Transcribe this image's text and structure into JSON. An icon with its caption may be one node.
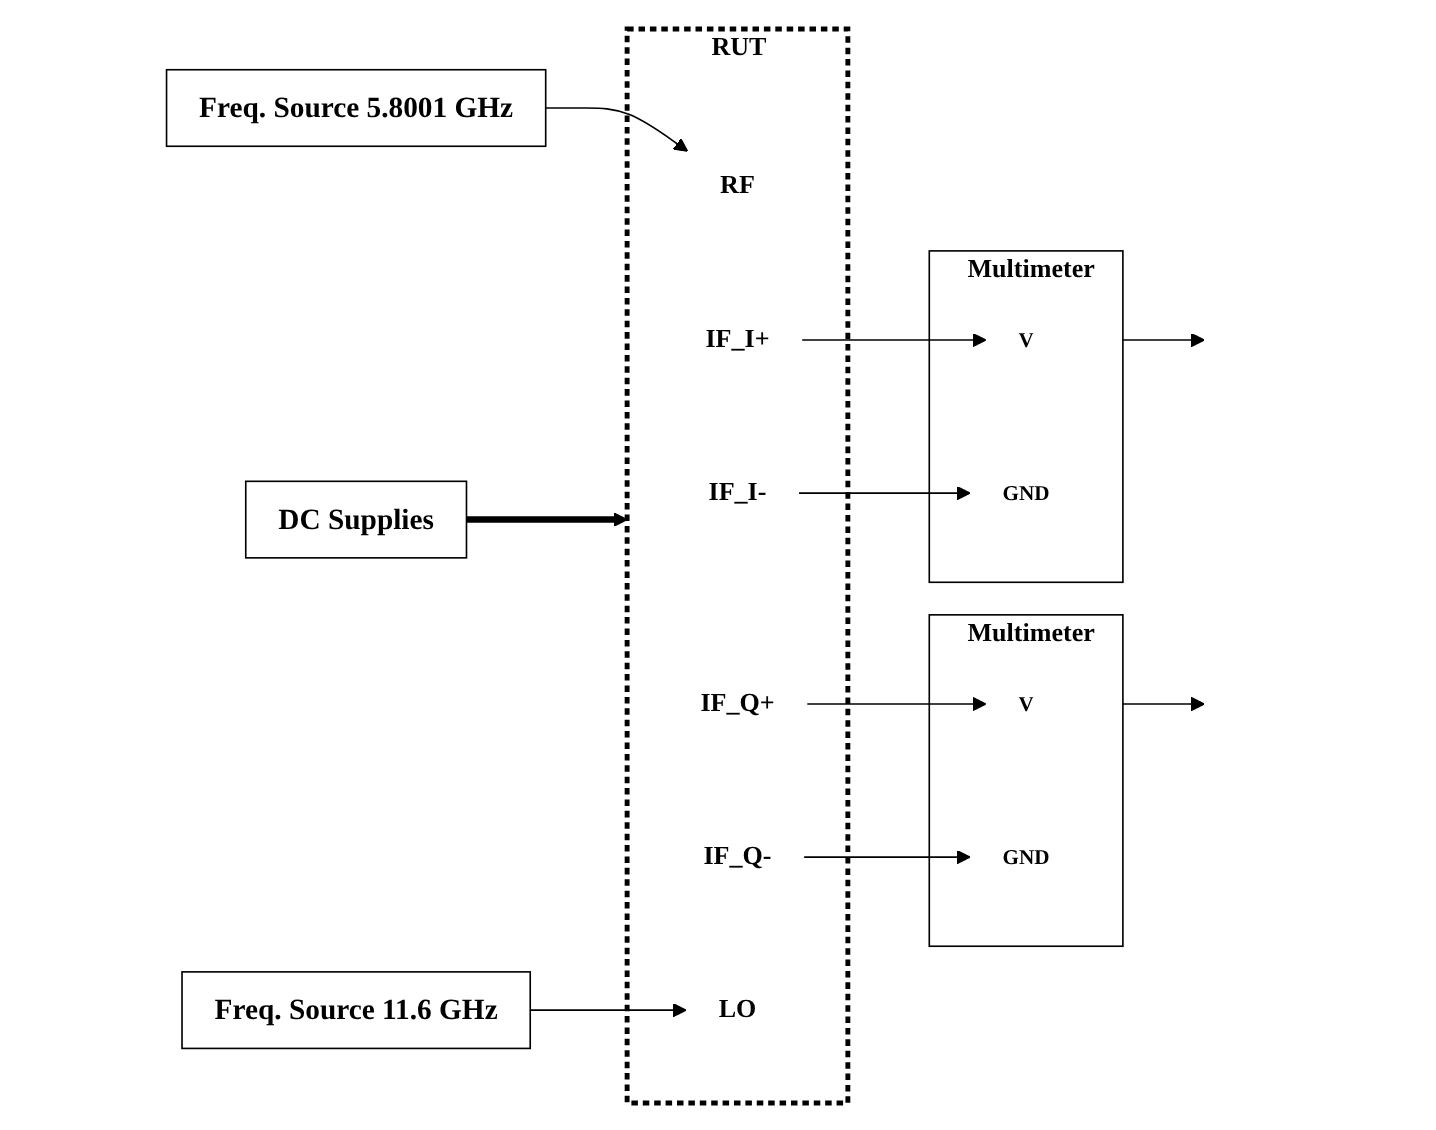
{
  "diagram": {
    "nodes": [
      {
        "text": [
          "DC Supplies"
        ]
      },
      {
        "text": [
          "Freq. Source 5.8001 GHz"
        ]
      },
      {
        "text": [
          "RUT"
        ]
      },
      {
        "text": [
          "RF"
        ],
        "in": 2
      },
      {
        "text": [
          "IF_I+"
        ],
        "in": 2
      },
      {
        "text": [
          "IF_I-"
        ],
        "in": 2
      },
      {
        "text": [
          "IF_Q+"
        ],
        "in": 2
      },
      {
        "text": [
          "IF_Q-"
        ],
        "in": 2
      },
      {
        "text": [
          "LO"
        ],
        "in": 2
      },
      {
        "text": [
          "Multimeter"
        ]
      },
      {
        "text": [
          "V"
        ],
        "in": 9
      },
      {
        "text": [
          "GND"
        ],
        "in": 9
      },
      {
        "text": [
          "Multimeter"
        ]
      },
      {
        "text": [
          "V"
        ],
        "in": 12
      },
      {
        "text": [
          "GND"
        ],
        "in": 12
      },
      {
        "text": [
          "Freq. Source 11.6 GHz"
        ]
      }
    ],
    "edges": [
      {
        "from": 0,
        "to": 2,
        "arrow": "to",
        "style": "thick"
      },
      {
        "from": 1,
        "to": 3,
        "arrow": "to"
      },
      {
        "from": 4,
        "to": 10,
        "arrow": "to"
      },
      {
        "from": 5,
        "to": 11,
        "arrow": "to"
      },
      {
        "from": 6,
        "to": 13,
        "arrow": "to"
      },
      {
        "from": 7,
        "to": 14,
        "arrow": "to"
      },
      {
        "from": 15,
        "to": 8,
        "arrow": "to"
      },
      {
        "from": 9,
        "to": null,
        "arrow": "to"
      },
      {
        "from": 12,
        "to": null,
        "arrow": "to"
      }
    ]
  }
}
